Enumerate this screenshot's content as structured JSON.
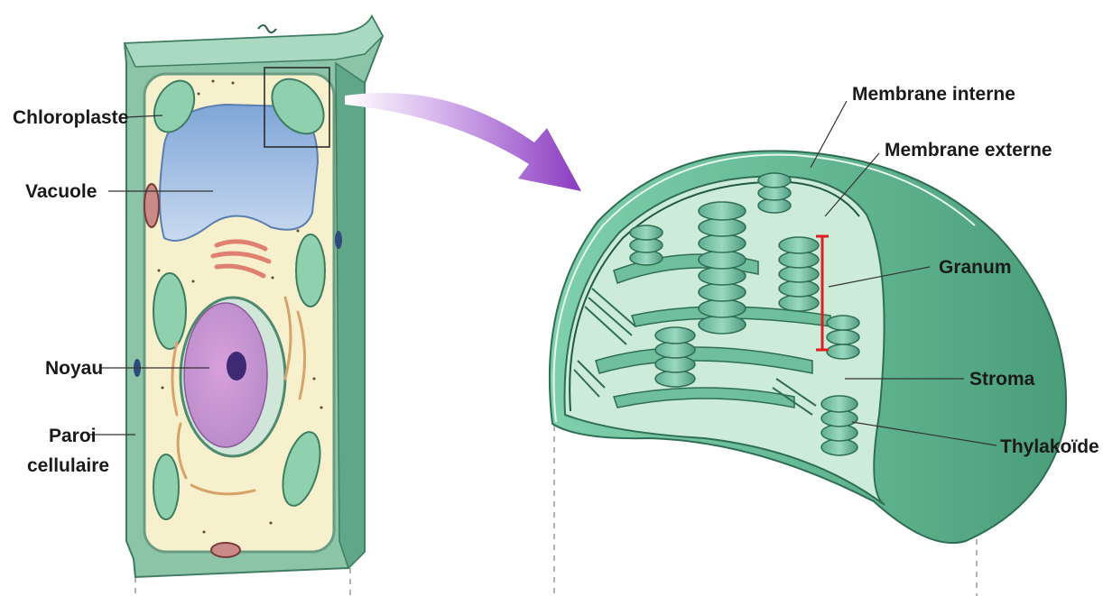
{
  "cell_labels": {
    "chloroplaste": "Chloroplaste",
    "vacuole": "Vacuole",
    "noyau": "Noyau",
    "paroi_line1": "Paroi",
    "paroi_line2": "cellulaire"
  },
  "chloroplast_labels": {
    "membrane_interne": "Membrane interne",
    "membrane_externe": "Membrane externe",
    "granum": "Granum",
    "stroma": "Stroma",
    "thylakoide": "Thylakoïde"
  },
  "colors": {
    "wall": "#8cc4a8",
    "cytoplasm": "#f6f1cc",
    "vacuole": "#8fb3dd",
    "nucleus": "#d9a6d8",
    "chloroplast": "#6fbf9c",
    "arrow": "#9a4fc8",
    "granum_marker": "#e02020"
  }
}
